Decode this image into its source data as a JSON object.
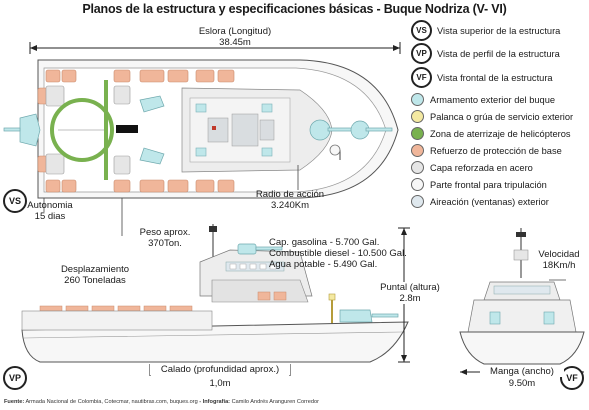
{
  "title": "Planos de la estructura y especificaciones básicas - Buque Nodriza (V- VI)",
  "legend": [
    {
      "badge": "VS",
      "label": "Vista superior de la estructura"
    },
    {
      "badge": "VP",
      "label": "Vista de perfil de la estructura"
    },
    {
      "badge": "VF",
      "label": "Vista frontal de la estructura"
    },
    {
      "color": "#bfe7ea",
      "label": "Armamento exterior del buque"
    },
    {
      "color": "#f4e9a2",
      "label": "Palanca o grúa de servicio exterior"
    },
    {
      "color": "#79b14f",
      "label": "Zona de aterrizaje de helicópteros"
    },
    {
      "color": "#f0b69a",
      "label": "Refuerzo de protección de base"
    },
    {
      "color": "#e6e6e6",
      "label": "Capa reforzada en acero"
    },
    {
      "color": "#f7f7f7",
      "label": "Parte frontal para tripulación"
    },
    {
      "color": "#dfe8ee",
      "label": "Aireación (ventanas) exterior"
    }
  ],
  "views": {
    "top": "VS",
    "profile": "VP",
    "front": "VF"
  },
  "specs": {
    "eslora_label": "Eslora (Longitud)",
    "eslora_value": "38.45m",
    "autonomia_label": "Autonomia",
    "autonomia_value": "15 dias",
    "peso_label": "Peso aprox.",
    "peso_value": "370Ton.",
    "radio_label": "Radio de acción",
    "radio_value": "3.240Km",
    "gasolina": "Cap. gasolina - 5.700 Gal.",
    "diesel": "Combustible diesel - 10.500 Gal.",
    "agua": "Agua potable - 5.490 Gal.",
    "desplazamiento_label": "Desplazamiento",
    "desplazamiento_value": "260 Toneladas",
    "puntal_label": "Puntal (altura)",
    "puntal_value": "2.8m",
    "calado_label": "Calado (profundidad aprox.)",
    "calado_value": "1,0m",
    "velocidad_label": "Velocidad",
    "velocidad_value": "18Km/h",
    "manga_label": "Manga (ancho)",
    "manga_value": "9.50m"
  },
  "footer": {
    "fuente_label": "Fuente:",
    "fuente_text": "Armada Nacional de Colombia, Cotecmar, nautibras.com, buques.org",
    "infografia_label": "- Infografía:",
    "infografia_text": "Camilo Andrés Aranguren Corredor"
  }
}
